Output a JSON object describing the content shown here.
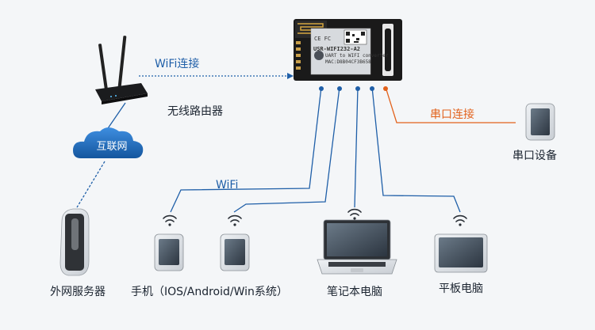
{
  "module": {
    "model": "USR-WIFI232-A2",
    "subtitle": "UART to WIFI converter",
    "mac": "MAC:D8B04CF3B658",
    "marks": "CE FC"
  },
  "labels": {
    "router": "无线路由器",
    "cloud": "互联网",
    "server": "外网服务器",
    "phone": "手机（IOS/Android/Win系统）",
    "laptop": "笔记本电脑",
    "tablet": "平板电脑",
    "serial_device": "串口设备",
    "wifi_link": "WiFi连接",
    "wifi": "WiFi",
    "serial_link": "串口连接"
  },
  "colors": {
    "line_blue": "#1f5fa8",
    "line_orange": "#e2621c",
    "cloud": "#1e6fc0"
  }
}
